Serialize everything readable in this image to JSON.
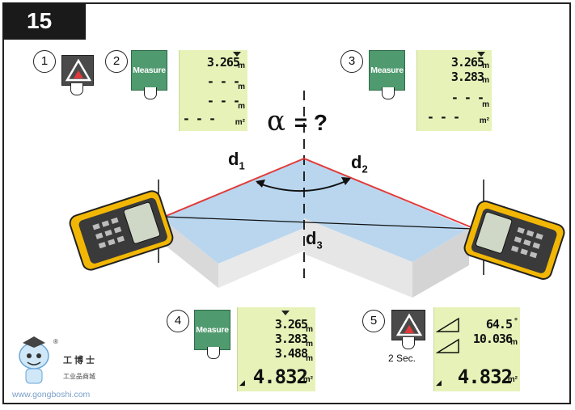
{
  "figure_number": "15",
  "steps": [
    {
      "number": "1",
      "button": "triangle"
    },
    {
      "number": "2",
      "button": "Measure",
      "lcd": {
        "rows": [
          "3.265",
          "- - -",
          "- - -",
          "- - -"
        ],
        "units": [
          "m",
          "m",
          "m",
          "m²"
        ]
      }
    },
    {
      "number": "3",
      "button": "Measure",
      "lcd": {
        "rows": [
          "3.265",
          "3.283",
          "- - -",
          "- - -"
        ],
        "units": [
          "m",
          "m",
          "m",
          "m²"
        ]
      }
    },
    {
      "number": "4",
      "button": "Measure",
      "lcd": {
        "rows": [
          "3.265",
          "3.283",
          "3.488",
          "4.832"
        ],
        "units": [
          "m",
          "m",
          "m",
          "m²"
        ]
      }
    },
    {
      "number": "5",
      "button": "triangle",
      "hold_label": "2 Sec.",
      "lcd": {
        "rows": [
          "64.5",
          "10.036",
          "4.832"
        ],
        "units": [
          "°",
          "m",
          "m²"
        ]
      }
    }
  ],
  "question": {
    "symbol": "α",
    "text": "= ?"
  },
  "labels": {
    "d1": "d",
    "d1_sub": "1",
    "d2": "d",
    "d2_sub": "2",
    "d3": "d",
    "d3_sub": "3"
  },
  "watermark": {
    "cn_name": "工博士",
    "cn_sub": "工业品商城",
    "url": "www.gongboshi.com",
    "reg": "®"
  },
  "colors": {
    "measure_button": "#4f9a6e",
    "lcd": "#e6f2b8",
    "meter_body": "#f2b705",
    "laser": "#e23a3a",
    "plane": "#b9d6ee"
  }
}
